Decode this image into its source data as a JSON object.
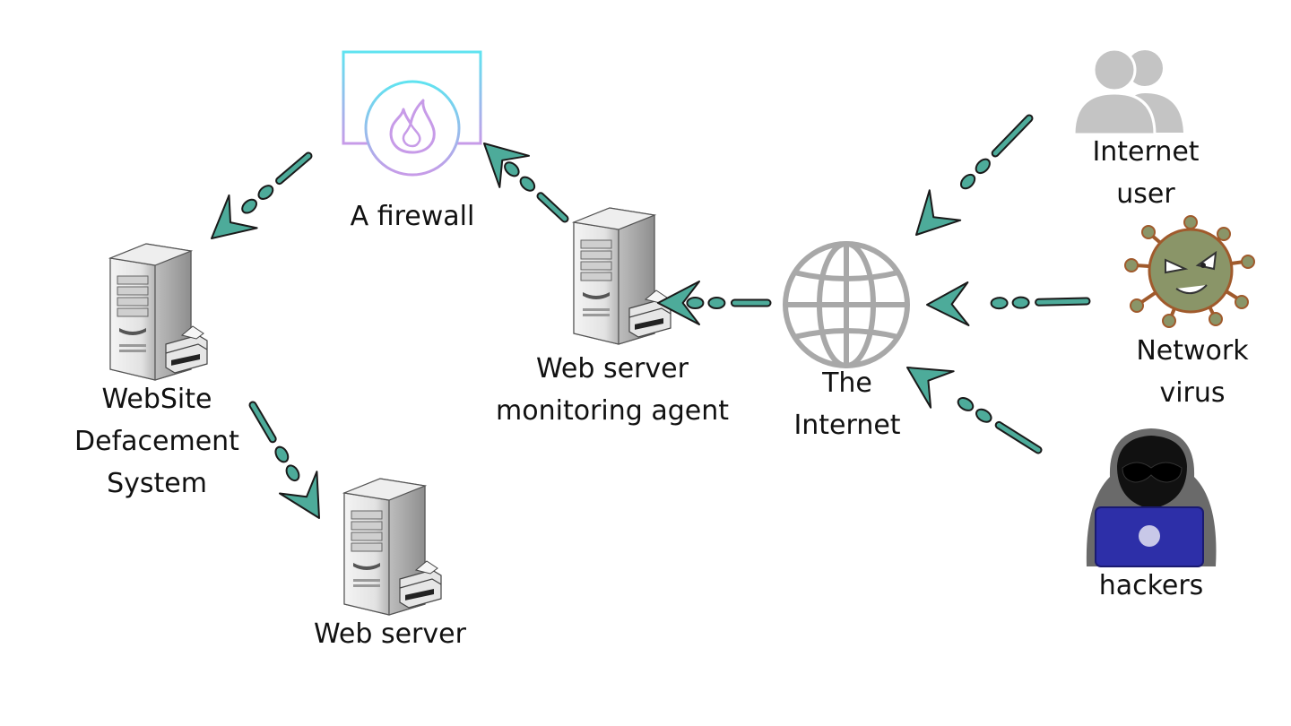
{
  "nodes": {
    "firewall": {
      "label_lines": [
        "A firewall"
      ],
      "icon": "firewall-icon"
    },
    "wds": {
      "label_lines": [
        "WebSite",
        "Defacement",
        "System"
      ],
      "icon": "server-icon"
    },
    "web_server": {
      "label_lines": [
        "Web server"
      ],
      "icon": "server-icon"
    },
    "agent": {
      "label_lines": [
        "Web server",
        "monitoring agent"
      ],
      "icon": "server-icon"
    },
    "internet": {
      "label_lines": [
        "The",
        "Internet"
      ],
      "icon": "globe-icon"
    },
    "internet_user": {
      "label_lines": [
        "Internet",
        "user"
      ],
      "icon": "users-icon"
    },
    "network_virus": {
      "label_lines": [
        "Network",
        "virus"
      ],
      "icon": "virus-icon"
    },
    "hackers": {
      "label_lines": [
        "hackers"
      ],
      "icon": "hacker-icon"
    }
  },
  "edges": [
    {
      "from": "internet_user",
      "to": "internet"
    },
    {
      "from": "network_virus",
      "to": "internet"
    },
    {
      "from": "hackers",
      "to": "internet"
    },
    {
      "from": "internet",
      "to": "agent"
    },
    {
      "from": "agent",
      "to": "firewall"
    },
    {
      "from": "firewall",
      "to": "wds"
    },
    {
      "from": "wds",
      "to": "web_server"
    }
  ],
  "colors": {
    "arrow": "#4dab9a",
    "arrow_stroke": "#1a1a1a",
    "globe": "#a8a8a8",
    "users": "#c4c4c4",
    "virus": "#8a9568",
    "virus_outline": "#a05a2c",
    "laptop": "#2d2fa8",
    "firewall_top": "#5fe3f0",
    "firewall_bottom": "#c79be8"
  }
}
